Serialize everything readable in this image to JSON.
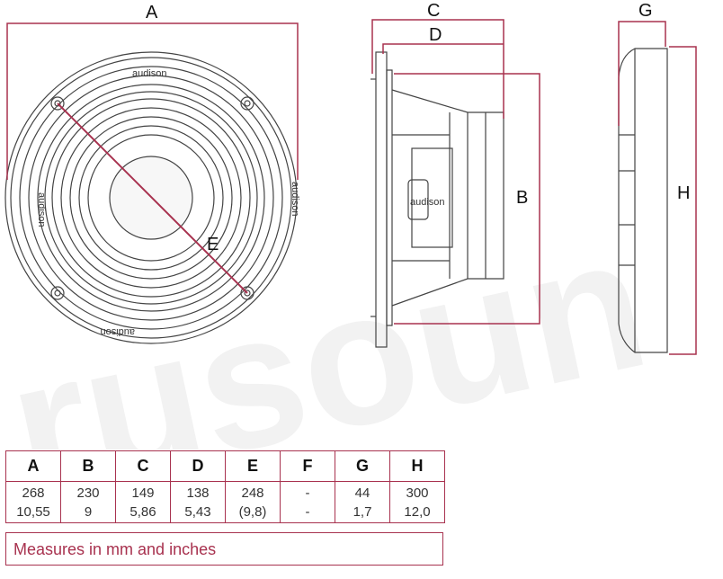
{
  "drawing": {
    "dimension_labels": {
      "a": "A",
      "b": "B",
      "c": "C",
      "d": "D",
      "e": "E",
      "g": "G",
      "h": "H"
    },
    "brand_text": "audison",
    "watermark_text": "rusoun",
    "colors": {
      "dimension_line": "#a8324f",
      "outline": "#444444"
    }
  },
  "table": {
    "headers": [
      "A",
      "B",
      "C",
      "D",
      "E",
      "F",
      "G",
      "H"
    ],
    "mm": [
      "268",
      "230",
      "149",
      "138",
      "248",
      "-",
      "44",
      "300"
    ],
    "inches": [
      "10,55",
      "9",
      "5,86",
      "5,43",
      "(9,8)",
      "-",
      "1,7",
      "12,0"
    ]
  },
  "note": "Measures in mm and inches"
}
